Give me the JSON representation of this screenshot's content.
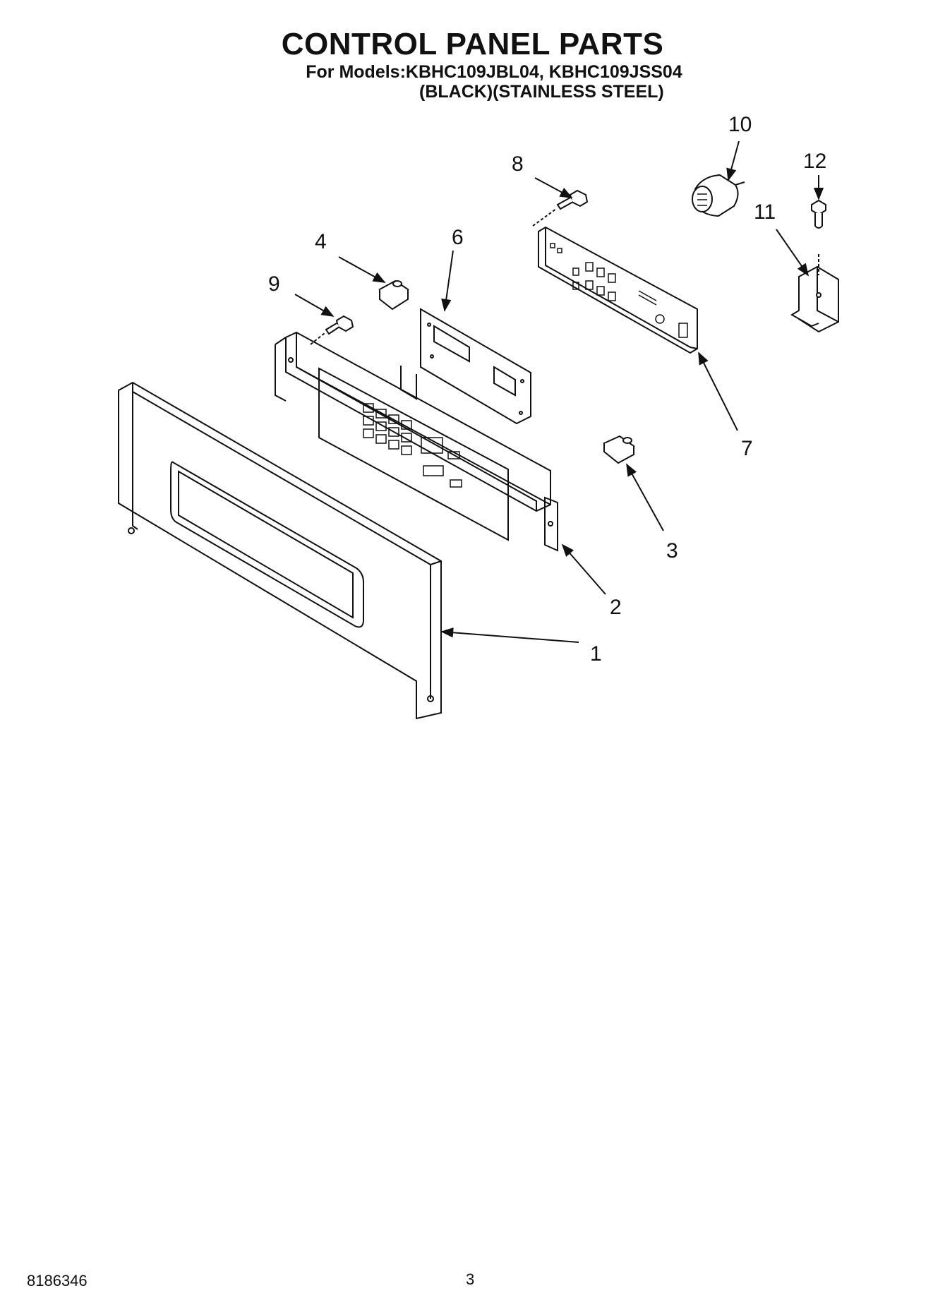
{
  "header": {
    "title": "CONTROL PANEL PARTS",
    "models_line": "For Models:KBHC109JBL04, KBHC109JSS04",
    "colors_line": "(BLACK)(STAINLESS STEEL)"
  },
  "callouts": {
    "c1": "1",
    "c2": "2",
    "c3": "3",
    "c4": "4",
    "c6": "6",
    "c7": "7",
    "c8": "8",
    "c9": "9",
    "c10": "10",
    "c11": "11",
    "c12": "12"
  },
  "footer": {
    "doc_number": "8186346",
    "page_number": "3"
  }
}
